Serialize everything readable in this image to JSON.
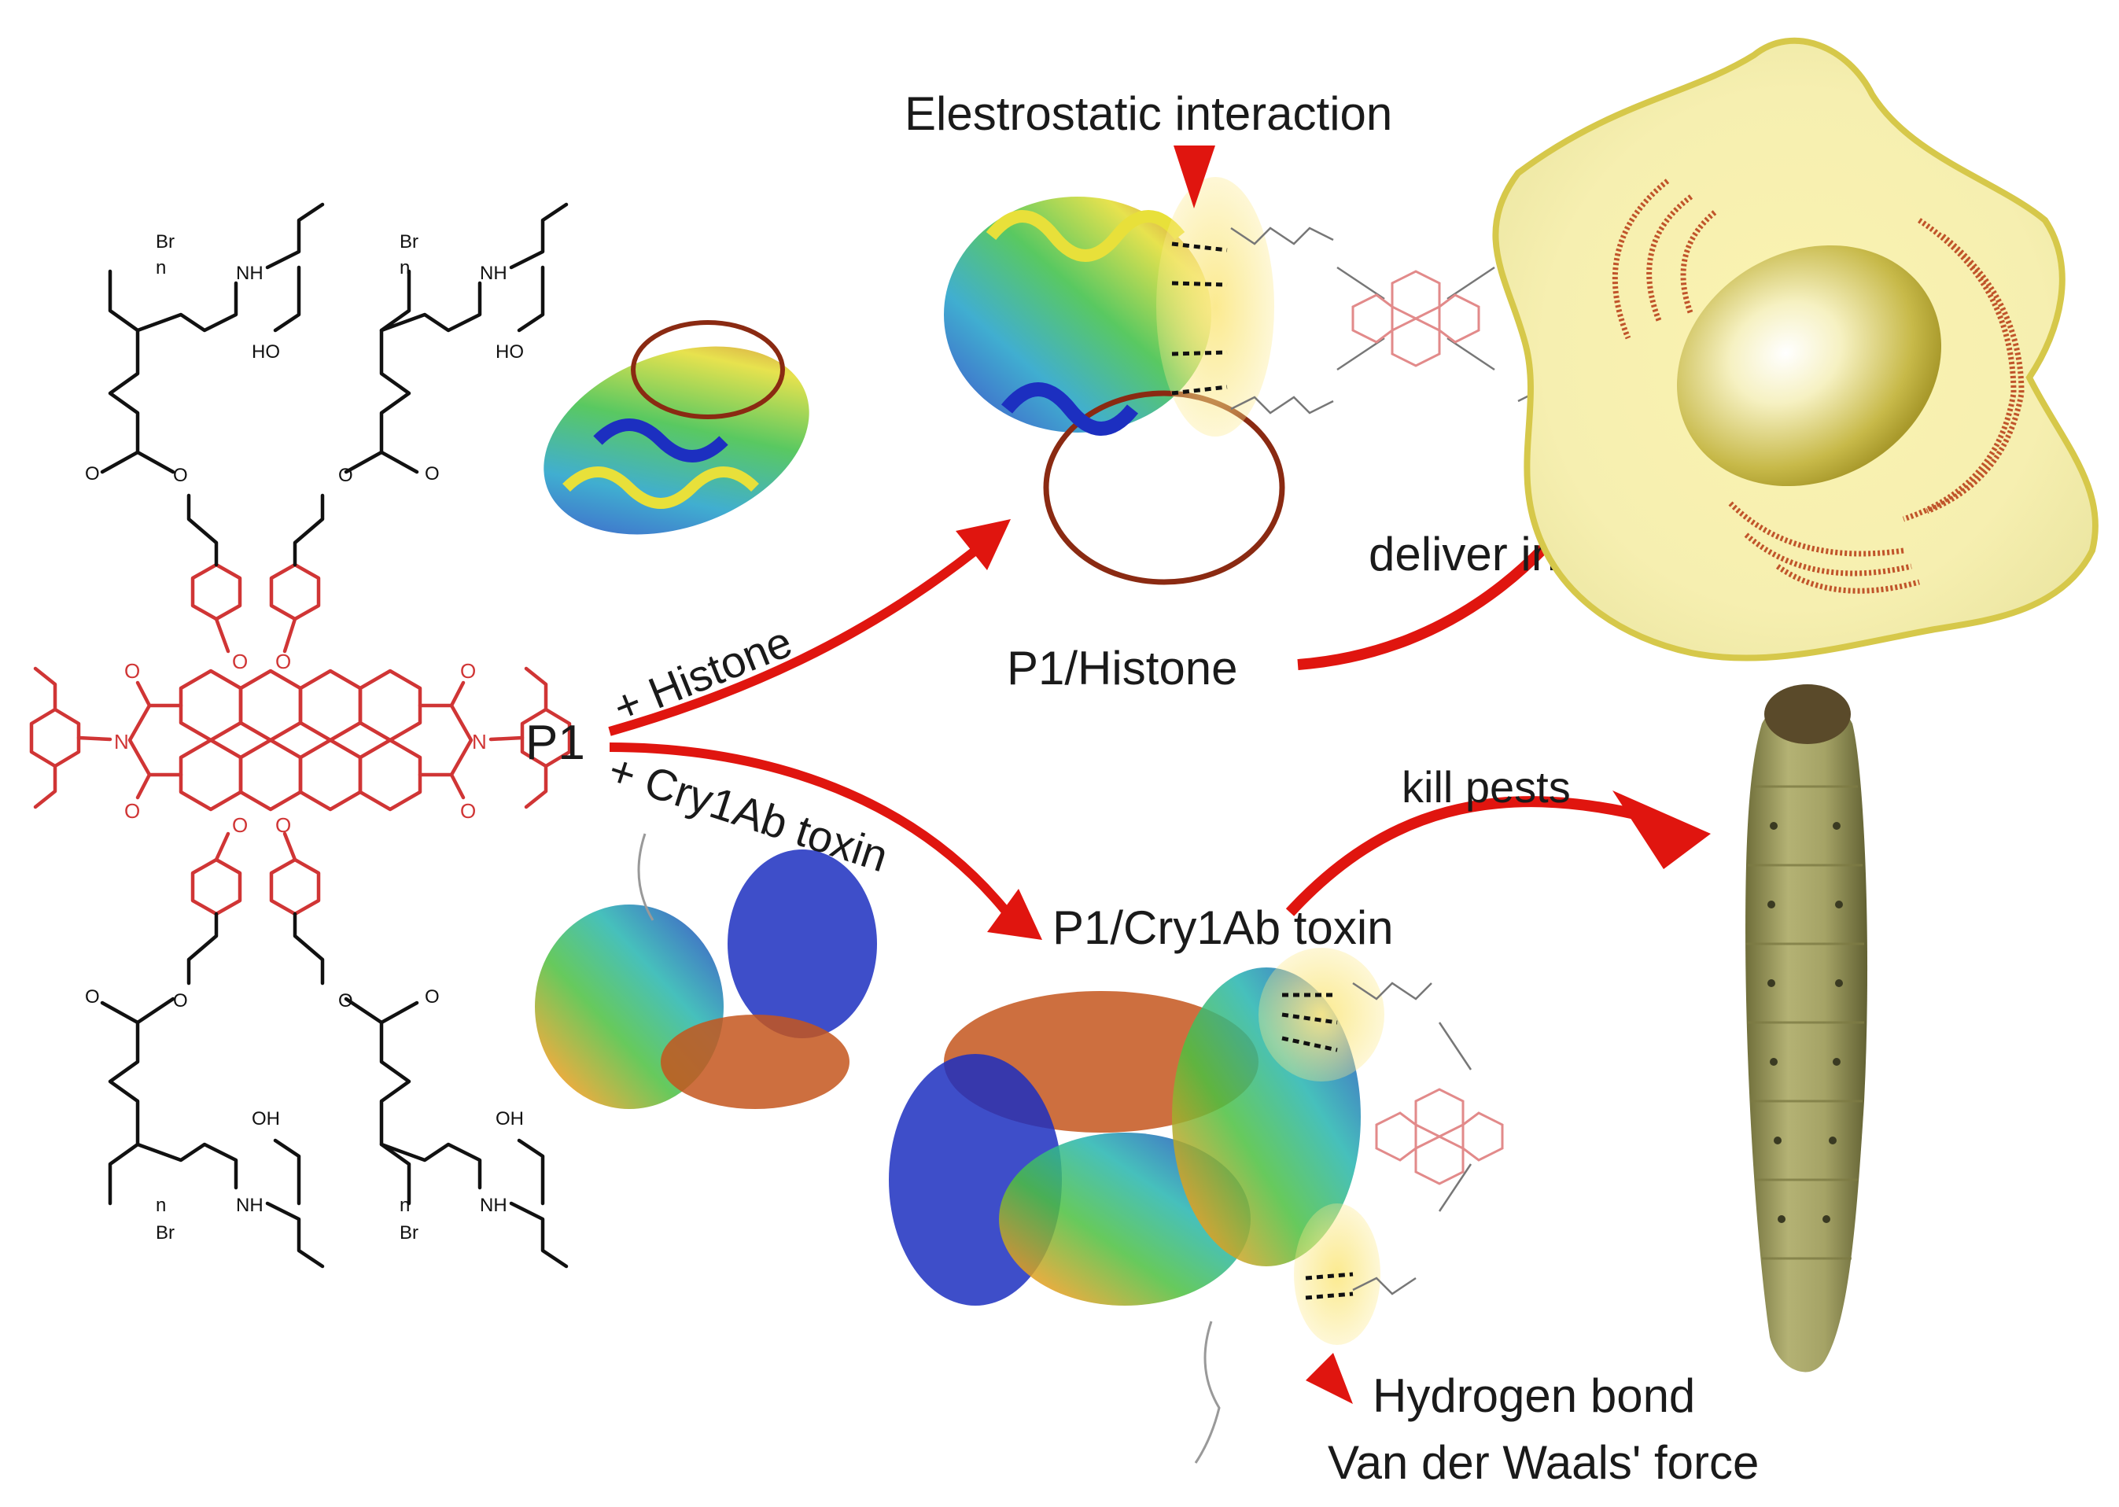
{
  "labels": {
    "electrostatic": "Elestrostatic interaction",
    "p1": "P1",
    "histone_arrow": "+ Histone",
    "cry_arrow": "+ Cry1Ab toxin",
    "p1_histone": "P1/Histone",
    "deliver": "deliver into cell",
    "p1_cry": "P1/Cry1Ab toxin",
    "kill": "kill pests",
    "hbond": "Hydrogen bond",
    "vdw": "Van der Waals' force"
  },
  "atoms": {
    "br": "Br",
    "n_index": "n",
    "nh": "NH",
    "ho": "HO",
    "oh": "OH",
    "o": "O",
    "n": "N"
  },
  "colors": {
    "core_red": "#d03535",
    "arrow_red": "#e0150f",
    "halo_yellow": "#fbe98a",
    "cell_yellow": "#f2e35a",
    "larva_green": "#a3a15f"
  }
}
